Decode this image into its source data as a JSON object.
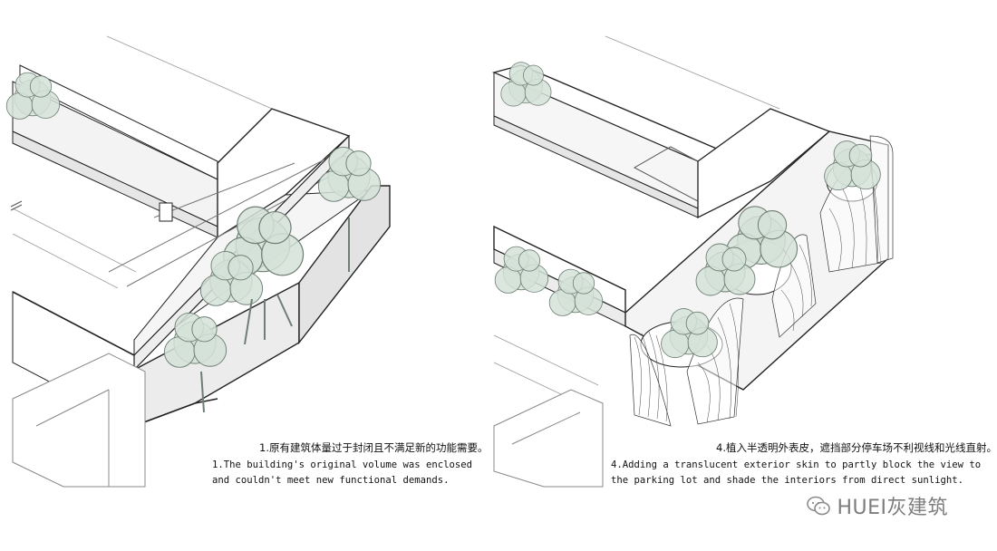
{
  "panels": {
    "left": {
      "caption_cn": "1.原有建筑体量过于封闭且不满足新的功能需要。",
      "caption_en_line1": "1.The building's original volume was enclosed",
      "caption_en_line2": "and couldn't meet new functional demands."
    },
    "right": {
      "caption_cn": "4.植入半透明外表皮，遮挡部分停车场不利视线和光线直射。",
      "caption_en_line1": "4.Adding a translucent exterior skin to partly block the view to",
      "caption_en_line2": "the parking lot and shade the interiors from direct sunlight."
    }
  },
  "watermark": {
    "text": "HUEI灰建筑",
    "icon": "wechat-icon"
  },
  "colors": {
    "line": "#222222",
    "thin_line": "#8a8a8a",
    "wall_fill": "#e9e9e9",
    "tree_fill": "#d4e2d8",
    "tree_stroke": "#6f7f74"
  }
}
